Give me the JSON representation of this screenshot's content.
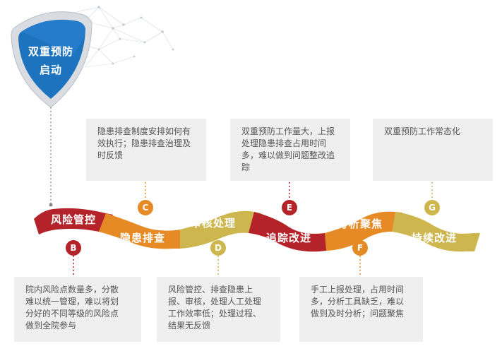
{
  "shield": {
    "line1": "双重预防",
    "line2": "启动"
  },
  "stages": [
    {
      "letter": "B",
      "label": "风险管控",
      "color": "#b5232a"
    },
    {
      "letter": "C",
      "label": "隐患排查",
      "color": "#e58a25"
    },
    {
      "letter": "D",
      "label": "审核处理",
      "color": "#cdb64e"
    },
    {
      "letter": "E",
      "label": "追踪改进",
      "color": "#b5232a"
    },
    {
      "letter": "F",
      "label": "分析聚焦",
      "color": "#e58a25"
    },
    {
      "letter": "G",
      "label": "持续改进",
      "color": "#cdb64e"
    }
  ],
  "notes": {
    "B": "院内风险点数量多，分散\n难以统一管理，难以将划\n分好的不同等级的风险点\n做到全院参与",
    "C": "隐患排查制度安排如何有\n效执行；隐患排查治理及\n时反馈",
    "D": "风险管控、排查隐患上\n报、审核，处理人工处理\n工作效率低；处理过程、\n结果无反馈",
    "E": "双重预防工作量大，上报\n处理隐患排查占用时间\n多，难以做到问题整改追\n踪",
    "F": "手工上报处理，占用时间\n多，分析工具缺乏，难以\n做到及时分析；问题聚焦",
    "G": "双重预防工作常态化"
  }
}
